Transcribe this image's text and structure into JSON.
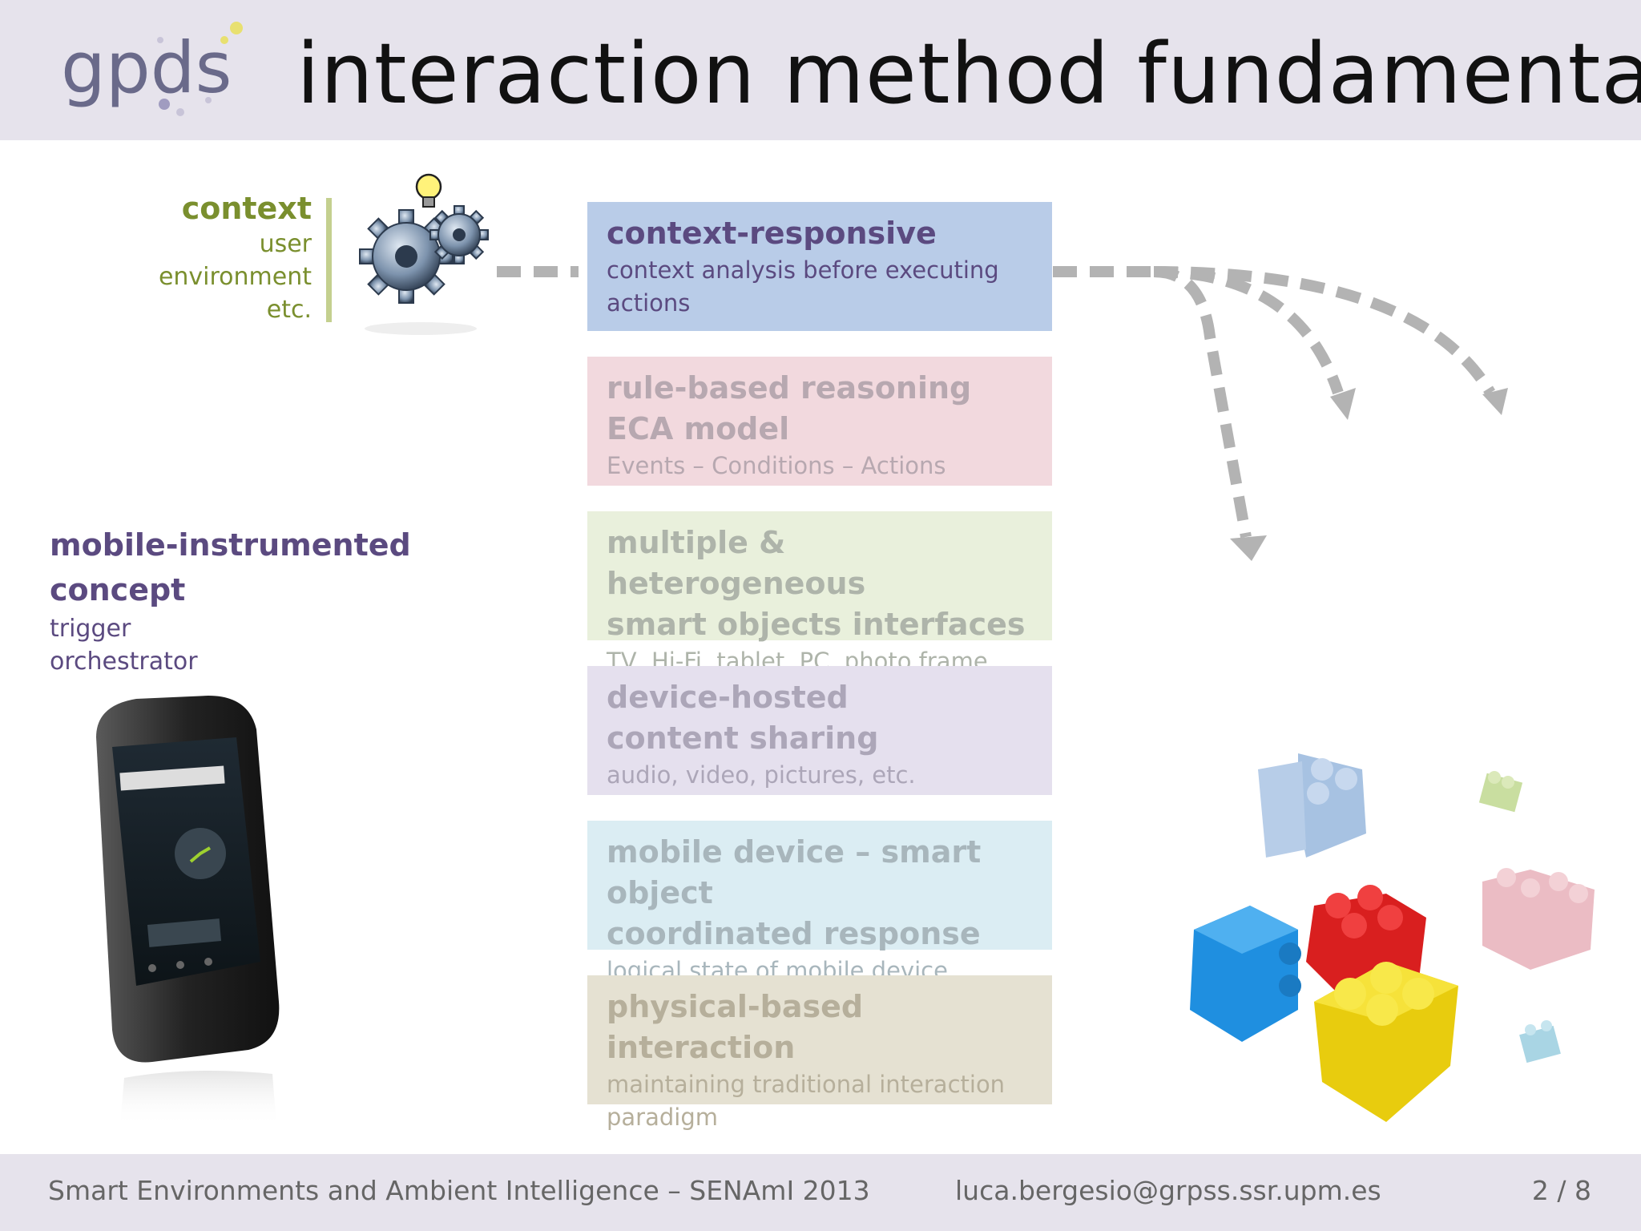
{
  "slide": {
    "title": "interaction method fundamentals",
    "logo_text": "gpds"
  },
  "context": {
    "title": "context",
    "items": [
      "user",
      "environment",
      "etc."
    ]
  },
  "mobile": {
    "title_line1": "mobile-instrumented",
    "title_line2": "concept",
    "items": [
      "trigger",
      "orchestrator"
    ]
  },
  "boxes": [
    {
      "title1": "context-responsive",
      "sub1": "context analysis before executing",
      "sub2": "actions"
    },
    {
      "title1": "rule-based reasoning",
      "title2": "ECA model",
      "sub1": "Events – Conditions – Actions"
    },
    {
      "title1": "multiple & heterogeneous",
      "title2": "smart objects interfaces",
      "sub1": "TV, Hi-Fi, tablet, PC, photo frame, etc."
    },
    {
      "title1": "device-hosted",
      "title2": "content sharing",
      "sub1": "audio, video, pictures, etc."
    },
    {
      "title1": "mobile device – smart object",
      "title2": "coordinated response",
      "sub1": "logical state of mobile device"
    },
    {
      "title1": "physical-based interaction",
      "sub1": "maintaining traditional interaction",
      "sub2": "paradigm"
    }
  ],
  "footer": {
    "left": "Smart Environments and Ambient Intelligence – SENAmI 2013",
    "email": "luca.bergesio@grpss.ssr.upm.es",
    "page": "2 / 8"
  },
  "colors": {
    "header_bg": "#e6e3ec",
    "context_green": "#7a8f2e",
    "mobile_purple": "#5b4a80",
    "box_blue": "#b9cce8",
    "box_pink": "#f2d9de",
    "box_green": "#e9f0dc",
    "box_lavender": "#e5e0ee",
    "box_cyan": "#dbedf3",
    "box_tan": "#e5e1d2",
    "arrow_gray": "#b3b3b3"
  }
}
